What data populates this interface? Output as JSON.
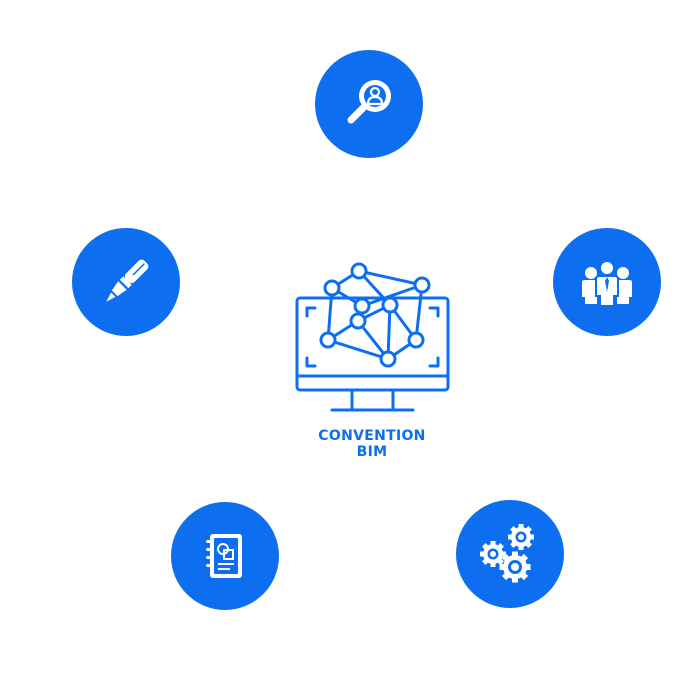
{
  "caption": {
    "line1": "CONVENTION",
    "line2": "BIM"
  },
  "colors": {
    "accent": "#0d6ff0",
    "background": "#ffffff",
    "icon": "#ffffff"
  },
  "nodes": [
    {
      "id": "search",
      "icon": "magnifier-person-icon"
    },
    {
      "id": "pen",
      "icon": "pen-icon"
    },
    {
      "id": "team",
      "icon": "team-icon"
    },
    {
      "id": "book",
      "icon": "notebook-icon"
    },
    {
      "id": "gears",
      "icon": "gears-icon"
    }
  ],
  "center_icon": "monitor-3d-cube-network-icon"
}
